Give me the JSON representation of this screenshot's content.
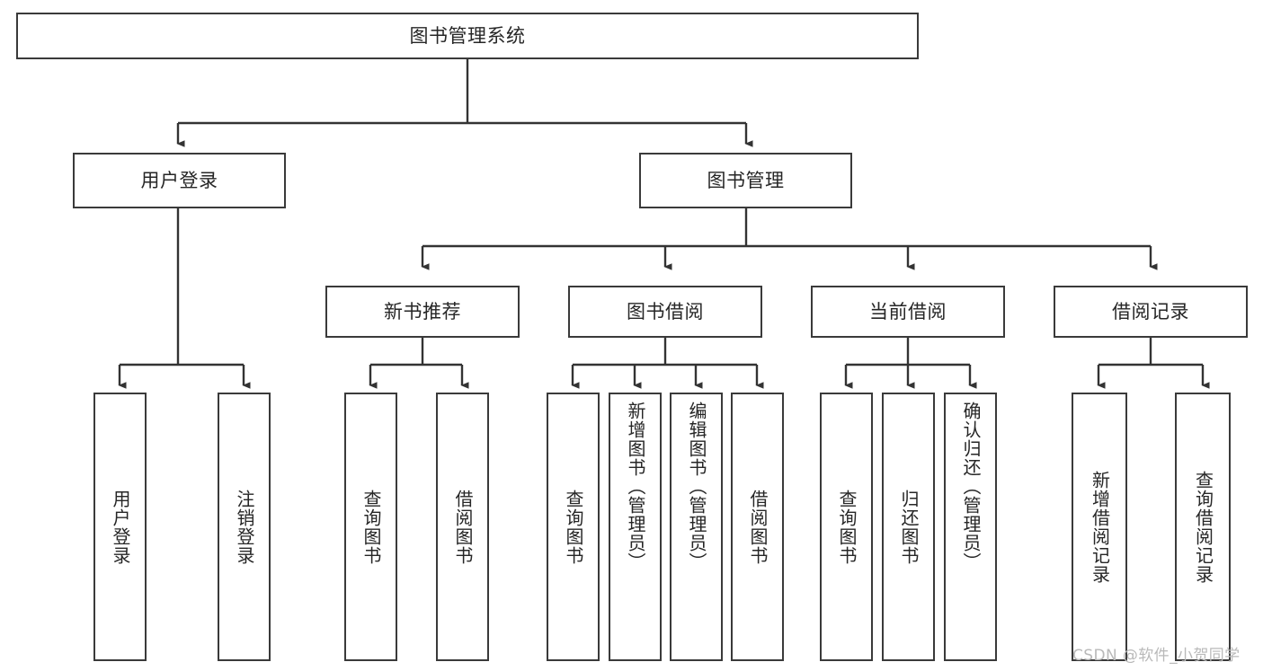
{
  "diagram": {
    "title": "图书管理系统",
    "type": "tree-hierarchy",
    "watermark": "CSDN @软件_小贺同学",
    "colors": {
      "box_border": "#3a3a3a",
      "box_fill": "#ffffff",
      "text": "#262626",
      "edge": "#333333",
      "watermark": "#b9b9b9",
      "background": "#ffffff"
    }
  },
  "nodes": {
    "root": {
      "label": "图书管理系统"
    },
    "level2": [
      {
        "label": "用户登录"
      },
      {
        "label": "图书管理"
      }
    ],
    "level3": [
      {
        "label": "新书推荐"
      },
      {
        "label": "图书借阅"
      },
      {
        "label": "当前借阅"
      },
      {
        "label": "借阅记录"
      }
    ],
    "leaves": {
      "user_login": [
        {
          "label": "用户登录"
        },
        {
          "label": "注销登录"
        }
      ],
      "new_book_recommend": [
        {
          "label": "查询图书"
        },
        {
          "label": "借阅图书"
        }
      ],
      "book_borrow": [
        {
          "label": "查询图书"
        },
        {
          "label": "新增图书（管理员）"
        },
        {
          "label": "编辑图书（管理员）"
        },
        {
          "label": "借阅图书"
        }
      ],
      "current_borrow": [
        {
          "label": "查询图书"
        },
        {
          "label": "归还图书"
        },
        {
          "label": "确认归还（管理员）"
        }
      ],
      "borrow_record": [
        {
          "label": "新增借阅记录"
        },
        {
          "label": "查询借阅记录"
        }
      ]
    }
  }
}
